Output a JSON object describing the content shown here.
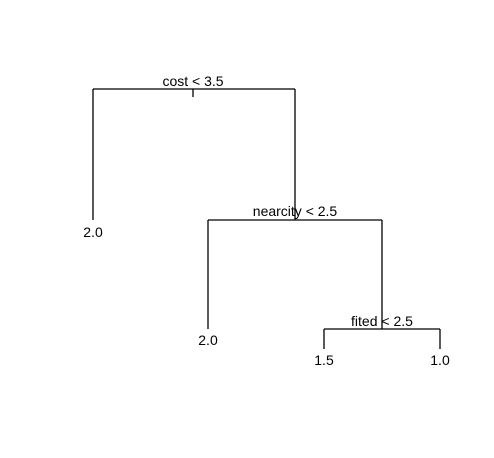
{
  "tree": {
    "root": {
      "split_label": "cost < 3.5",
      "left_leaf": {
        "value_label": "2.0"
      },
      "right_node": {
        "split_label": "nearcity < 2.5",
        "left_leaf": {
          "value_label": "2.0"
        },
        "right_node": {
          "split_label": "fited < 2.5",
          "left_leaf": {
            "value_label": "1.5"
          },
          "right_leaf": {
            "value_label": "1.0"
          }
        }
      }
    }
  },
  "colors": {
    "background": "#ffffff",
    "lines": "#000000",
    "text": "#000000"
  }
}
